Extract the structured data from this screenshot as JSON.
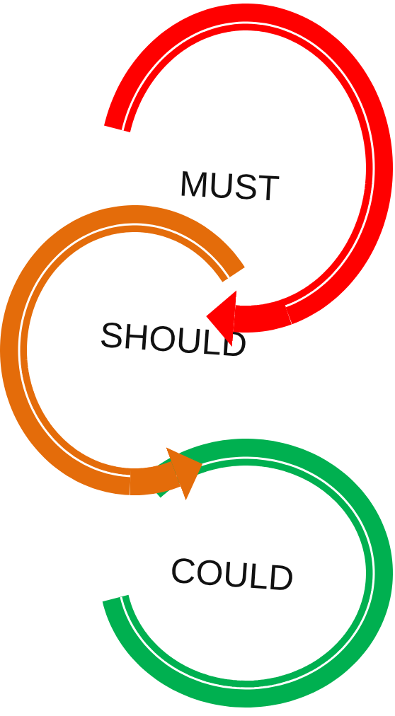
{
  "diagram": {
    "nodes": [
      {
        "text": [
          "MUST"
        ]
      },
      {
        "text": [
          "SHOULD"
        ]
      },
      {
        "text": [
          "COULD"
        ]
      }
    ],
    "edges": [
      {
        "from": 0,
        "to": 1,
        "arrow": "to"
      },
      {
        "from": 1,
        "to": 2,
        "arrow": "to"
      }
    ]
  }
}
